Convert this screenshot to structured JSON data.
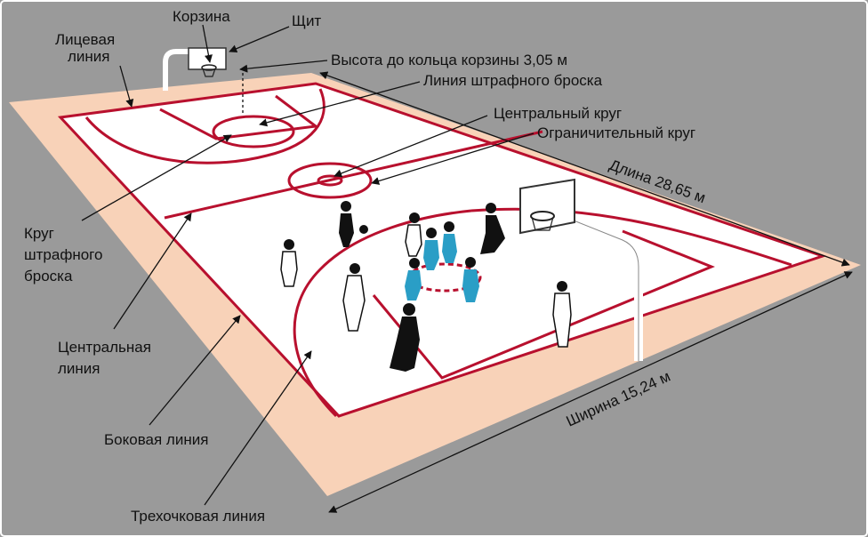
{
  "labels": {
    "basket": "Корзина",
    "backboard": "Щит",
    "endline_1": "Лицевая",
    "endline_2": "линия",
    "rim_height": "Высота до кольца корзины 3,05 м",
    "free_throw_line": "Линия штрафного броска",
    "center_circle": "Центральный круг",
    "restricting_circle": "Ограничительный круг",
    "length": "Длина 28,65 м",
    "free_throw_circle_1": "Круг",
    "free_throw_circle_2": "штрафного",
    "free_throw_circle_3": "броска",
    "center_line_1": "Центральная",
    "center_line_2": "линия",
    "width": "Ширина 15,24 м",
    "sideline": "Боковая линия",
    "three_point_line": "Трехочковая линия"
  },
  "colors": {
    "background": "#9a9a9a",
    "apron": "#f8d2b8",
    "court": "#ffffff",
    "lines": "#b8102e",
    "player_team_a": "#111111",
    "player_team_b": "#2a9ec6"
  }
}
